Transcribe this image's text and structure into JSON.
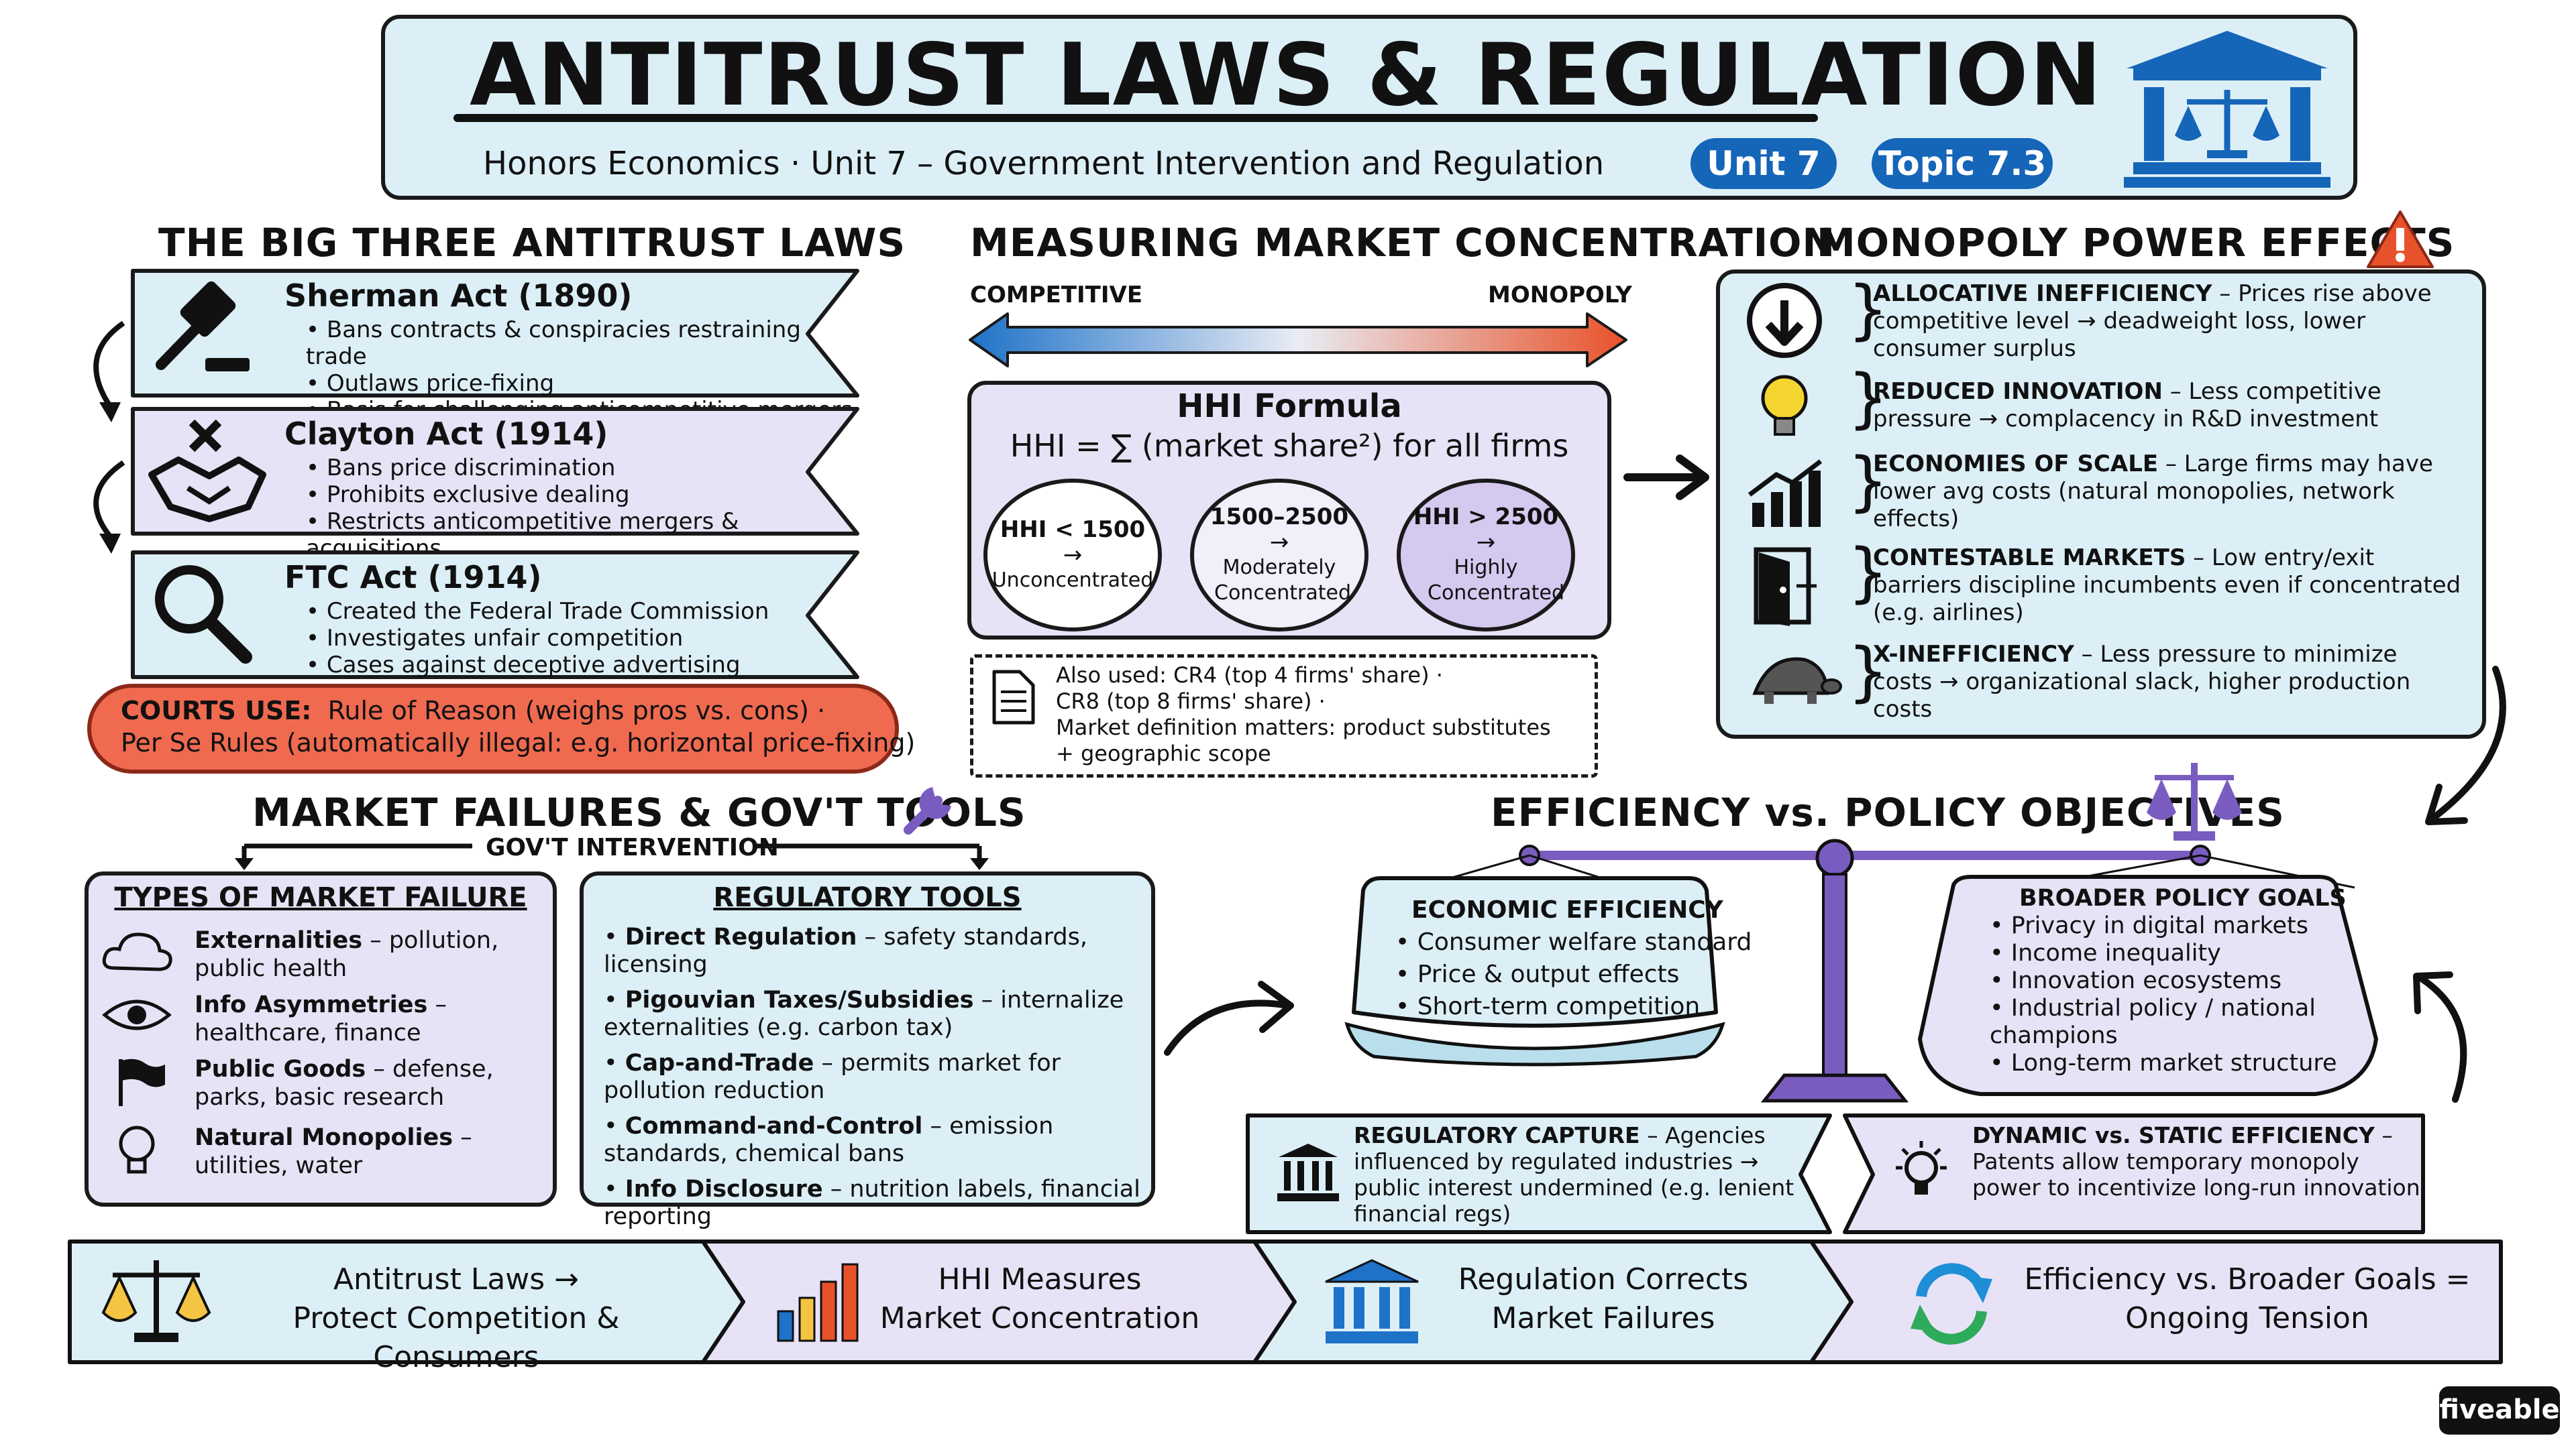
{
  "header": {
    "title": "ANTITRUST LAWS & REGULATION",
    "subtitle": "Honors Economics · Unit 7 – Government Intervention and Regulation",
    "pill_unit": "Unit 7",
    "pill_topic": "Topic 7.3"
  },
  "laws": {
    "heading": "THE BIG THREE ANTITRUST LAWS",
    "items": [
      {
        "name": "Sherman Act (1890)",
        "points": [
          "Bans contracts & conspiracies restraining trade",
          "Outlaws price-fixing",
          "Basis for challenging anticompetitive mergers"
        ],
        "icon": "gavel-icon"
      },
      {
        "name": "Clayton Act (1914)",
        "points": [
          "Bans price discrimination",
          "Prohibits exclusive dealing",
          "Restricts anticompetitive mergers & acquisitions"
        ],
        "icon": "handshake-icon"
      },
      {
        "name": "FTC Act (1914)",
        "points": [
          "Created the Federal Trade Commission",
          "Investigates unfair competition",
          "Cases against deceptive advertising"
        ],
        "icon": "magnifier-icon"
      }
    ],
    "courts_label": "COURTS USE:",
    "courts_line1": "Rule of Reason (weighs pros vs. cons) ·",
    "courts_line2": "Per Se Rules (automatically illegal: e.g. horizontal price-fixing)"
  },
  "concentration": {
    "heading": "MEASURING MARKET CONCENTRATION",
    "left_label": "COMPETITIVE",
    "right_label": "MONOPOLY",
    "formula_title": "HHI Formula",
    "formula": "HHI = ∑ (market share²) for all firms",
    "circles": [
      {
        "range": "HHI < 1500",
        "arrow": "→",
        "label": "Unconcentrated"
      },
      {
        "range": "1500–2500",
        "arrow": "→",
        "label": "Moderately Concentrated"
      },
      {
        "range": "HHI > 2500",
        "arrow": "→",
        "label": "Highly Concentrated"
      }
    ],
    "also_used": [
      "Also used: CR4 (top 4 firms' share) ·",
      "CR8 (top 8 firms' share) ·",
      "Market definition matters: product substitutes",
      "+ geographic scope"
    ]
  },
  "monopoly": {
    "heading": "MONOPOLY POWER EFFECTS",
    "effects": [
      {
        "title": "ALLOCATIVE INEFFICIENCY",
        "text": "– Prices rise above competitive level → deadweight loss, lower consumer surplus",
        "icon": "down-arrow-icon"
      },
      {
        "title": "REDUCED INNOVATION",
        "text": "– Less competitive pressure → complacency in R&D investment",
        "icon": "lightbulb-icon"
      },
      {
        "title": "ECONOMIES OF SCALE",
        "text": "– Large firms may have lower avg costs (natural monopolies, network effects)",
        "icon": "growth-chart-icon"
      },
      {
        "title": "CONTESTABLE MARKETS",
        "text": "– Low entry/exit barriers discipline incumbents even if concentrated (e.g. airlines)",
        "icon": "door-icon"
      },
      {
        "title": "X-INEFFICIENCY",
        "text": "– Less pressure to minimize costs → organizational slack, higher production costs",
        "icon": "turtle-icon"
      }
    ]
  },
  "failures": {
    "heading": "MARKET FAILURES & GOV'T TOOLS",
    "intervention": "GOV'T INTERVENTION",
    "types_title": "TYPES OF MARKET FAILURE",
    "types": [
      {
        "title": "Externalities",
        "text": "– pollution, public health",
        "icon": "cloud-icon"
      },
      {
        "title": "Info Asymmetries",
        "text": "– healthcare, finance",
        "icon": "eye-icon"
      },
      {
        "title": "Public Goods",
        "text": "– defense, parks, basic research",
        "icon": "flag-icon"
      },
      {
        "title": "Natural Monopolies",
        "text": "– utilities, water",
        "icon": "lightbulb-icon"
      }
    ],
    "tools_title": "REGULATORY TOOLS",
    "tools": [
      {
        "title": "Direct Regulation",
        "text": "– safety standards, licensing"
      },
      {
        "title": "Pigouvian Taxes/Subsidies",
        "text": "– internalize externalities (e.g. carbon tax)"
      },
      {
        "title": "Cap-and-Trade",
        "text": "– permits market for pollution reduction"
      },
      {
        "title": "Command-and-Control",
        "text": "– emission standards, chemical bans"
      },
      {
        "title": "Info Disclosure",
        "text": "– nutrition labels, financial reporting"
      }
    ]
  },
  "efficiency": {
    "heading": "EFFICIENCY vs. POLICY OBJECTIVES",
    "left_title": "ECONOMIC EFFICIENCY",
    "left_items": [
      "Consumer welfare standard",
      "Price & output effects",
      "Short-term competition"
    ],
    "right_title": "BROADER POLICY GOALS",
    "right_items": [
      "Privacy in digital markets",
      "Income inequality",
      "Innovation ecosystems",
      "Industrial policy / national champions",
      "Long-term market structure"
    ],
    "capture_title": "REGULATORY CAPTURE",
    "capture_text": "– Agencies influenced by regulated industries → public interest undermined (e.g. lenient financial regs)",
    "dynamic_title": "DYNAMIC vs. STATIC EFFICIENCY",
    "dynamic_text": "– Patents allow temporary monopoly power to incentivize long-run innovation"
  },
  "summary": [
    {
      "line1": "Antitrust Laws →",
      "line2": "Protect Competition & Consumers",
      "icon": "scales-icon"
    },
    {
      "line1": "HHI Measures",
      "line2": "Market Concentration",
      "icon": "bar-chart-icon"
    },
    {
      "line1": "Regulation Corrects",
      "line2": "Market Failures",
      "icon": "institution-icon"
    },
    {
      "line1": "Efficiency vs. Broader Goals =",
      "line2": "Ongoing Tension",
      "icon": "cycle-arrows-icon"
    }
  ],
  "brand": "fiveable",
  "colors": {
    "accent_blue": "#1565b8",
    "lavender": "#e8e2f6",
    "light_blue": "#dceff7",
    "courts_red": "#f06a50",
    "scale_purple": "#7a5cc0"
  }
}
